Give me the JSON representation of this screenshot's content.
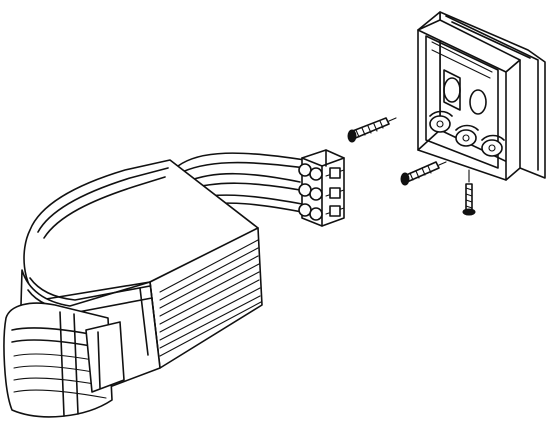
{
  "figure": {
    "background": "#ffffff",
    "line_color": "#111111",
    "parts": [
      {
        "name": "motion-sensor-body"
      },
      {
        "name": "pir-sensor-lens"
      },
      {
        "name": "connection-wires"
      },
      {
        "name": "terminal-block"
      },
      {
        "name": "wall-mounting-bracket"
      },
      {
        "name": "screw"
      }
    ]
  }
}
